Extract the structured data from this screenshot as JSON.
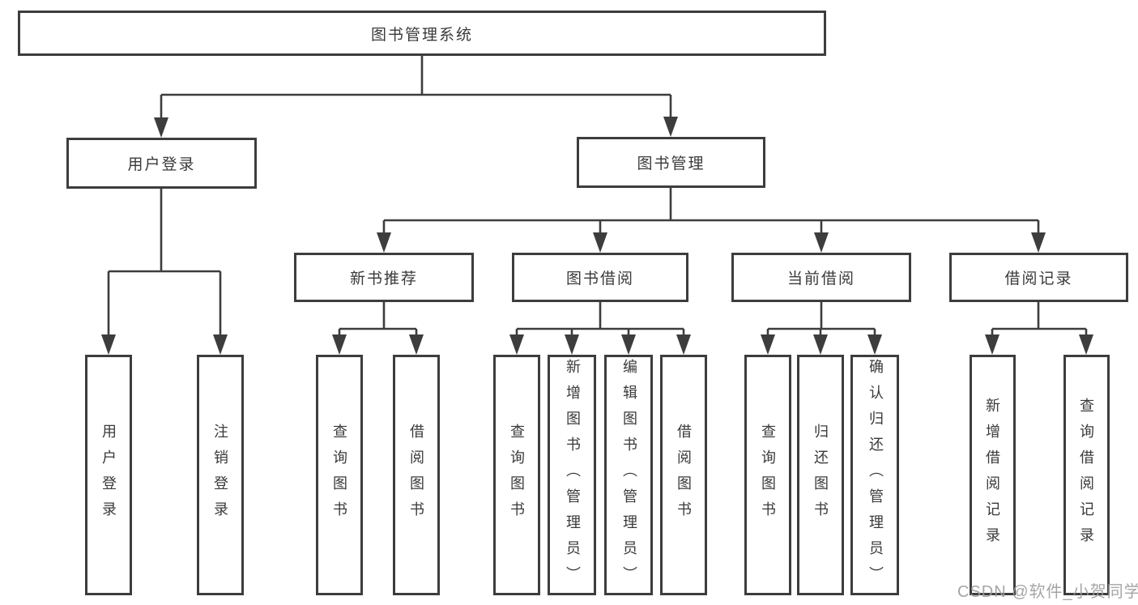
{
  "diagram": {
    "root": {
      "label": "图书管理系统"
    },
    "level2": [
      {
        "label": "用户登录"
      },
      {
        "label": "图书管理"
      }
    ],
    "level3": [
      {
        "label": "新书推荐",
        "parent": "图书管理"
      },
      {
        "label": "图书借阅",
        "parent": "图书管理"
      },
      {
        "label": "当前借阅",
        "parent": "图书管理"
      },
      {
        "label": "借阅记录",
        "parent": "图书管理"
      }
    ],
    "leaves": [
      {
        "label": "用户登录",
        "parent": "用户登录"
      },
      {
        "label": "注销登录",
        "parent": "用户登录"
      },
      {
        "label": "查询图书",
        "parent": "新书推荐"
      },
      {
        "label": "借阅图书",
        "parent": "新书推荐"
      },
      {
        "label": "查询图书",
        "parent": "图书借阅"
      },
      {
        "label": "新增图书（管理员）",
        "parent": "图书借阅"
      },
      {
        "label": "编辑图书（管理员）",
        "parent": "图书借阅"
      },
      {
        "label": "借阅图书",
        "parent": "图书借阅"
      },
      {
        "label": "查询图书",
        "parent": "当前借阅"
      },
      {
        "label": "归还图书",
        "parent": "当前借阅"
      },
      {
        "label": "确认归还（管理员）",
        "parent": "当前借阅"
      },
      {
        "label": "新增借阅记录",
        "parent": "借阅记录"
      },
      {
        "label": "查询借阅记录",
        "parent": "借阅记录"
      }
    ],
    "watermark": "CSDN @软件_小贺同学",
    "colors": {
      "line": "#3d3d3d",
      "text": "#3a3a3a",
      "watermark": "#9e9e9e",
      "background": "#ffffff"
    }
  }
}
